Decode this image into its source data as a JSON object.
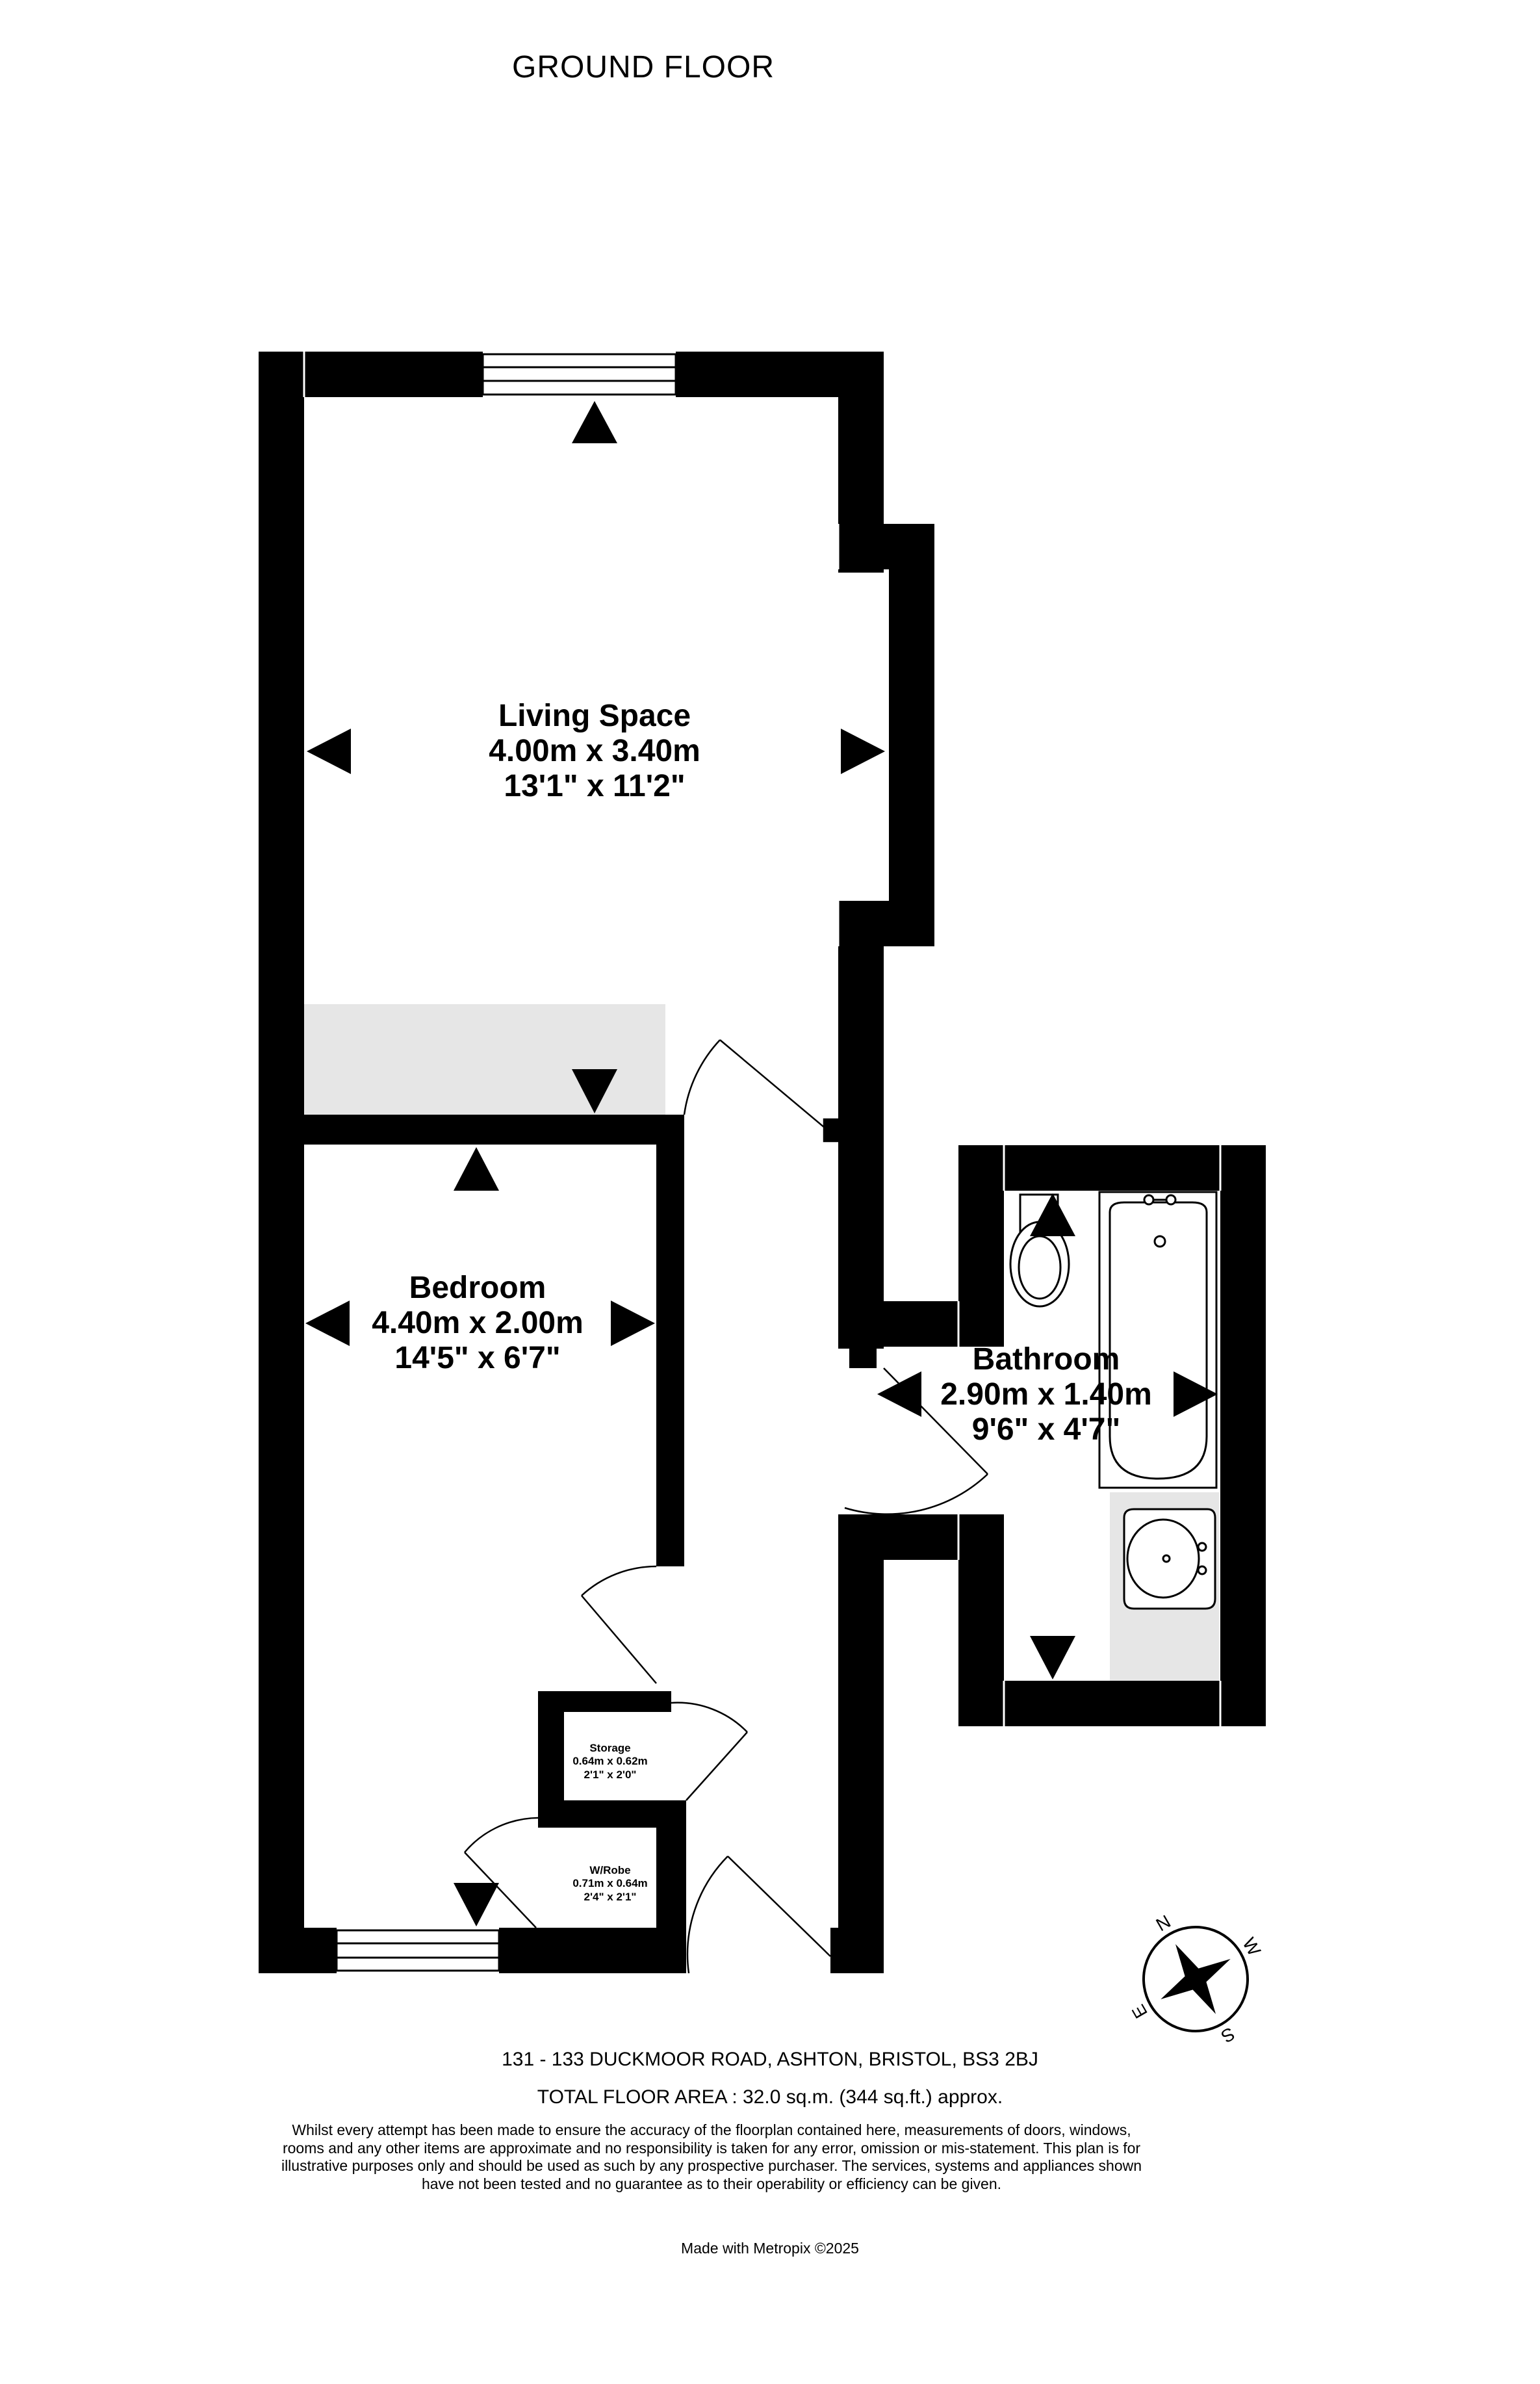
{
  "floor_title": "GROUND FLOOR",
  "rooms": {
    "living": {
      "name": "Living Space",
      "metric": "4.00m  x 3.40m",
      "imperial": "13'1\"  x 11'2\""
    },
    "bedroom": {
      "name": "Bedroom",
      "metric": "4.40m  x 2.00m",
      "imperial": "14'5\"  x 6'7\""
    },
    "bathroom": {
      "name": "Bathroom",
      "metric": "2.90m  x 1.40m",
      "imperial": "9'6\"  x 4'7\""
    },
    "storage": {
      "name": "Storage",
      "metric": "0.64m  x 0.62m",
      "imperial": "2'1\"  x 2'0\""
    },
    "wardrobe": {
      "name": "W/Robe",
      "metric": "0.71m  x 0.64m",
      "imperial": "2'4\"  x 2'1\""
    }
  },
  "compass": {
    "n": "N",
    "e": "E",
    "s": "S",
    "w": "W"
  },
  "footer": {
    "address": "131 - 133 DUCKMOOR ROAD, ASHTON, BRISTOL, BS3 2BJ",
    "total_area": "TOTAL FLOOR AREA : 32.0 sq.m. (344 sq.ft.) approx.",
    "disclaimer": "Whilst every attempt has been made to ensure the accuracy of the floorplan contained here, measurements of doors, windows, rooms and any other items are approximate and no responsibility is taken for any error, omission or mis-statement. This plan is for illustrative purposes only and should be used as such by any prospective purchaser. The services, systems and appliances shown have not been tested and no guarantee as to their operability or efficiency can be given.",
    "made_with": "Made with Metropix ©2025"
  },
  "colors": {
    "wall": "#000000",
    "shade": "#e6e6e6",
    "background": "#ffffff"
  }
}
